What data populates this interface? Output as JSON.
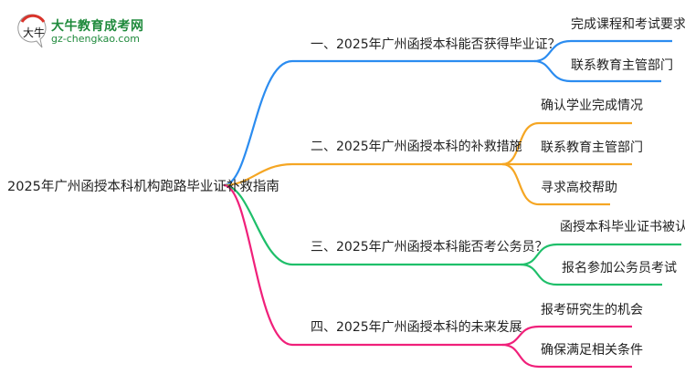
{
  "logo": {
    "title": "大牛教育成考网",
    "url": "gz-chengkao.com",
    "mark": "大牛"
  },
  "colors": {
    "blue": "#2b8cf0",
    "orange": "#f5a623",
    "green": "#1fbf6a",
    "pink": "#f0207a"
  },
  "root": "2025年广州函授本科机构跑路毕业证补救指南",
  "branches": [
    {
      "label": "一、2025年广州函授本科能否获得毕业证？",
      "children": [
        "完成课程和考试要求",
        "联系教育主管部门"
      ]
    },
    {
      "label": "二、2025年广州函授本科的补救措施",
      "children": [
        "确认学业完成情况",
        "联系教育主管部门",
        "寻求高校帮助"
      ]
    },
    {
      "label": "三、2025年广州函授本科能否考公务员？",
      "children": [
        "函授本科毕业证书被认可",
        "报名参加公务员考试"
      ]
    },
    {
      "label": "四、2025年广州函授本科的未来发展",
      "children": [
        "报考研究生的机会",
        "确保满足相关条件"
      ]
    }
  ]
}
